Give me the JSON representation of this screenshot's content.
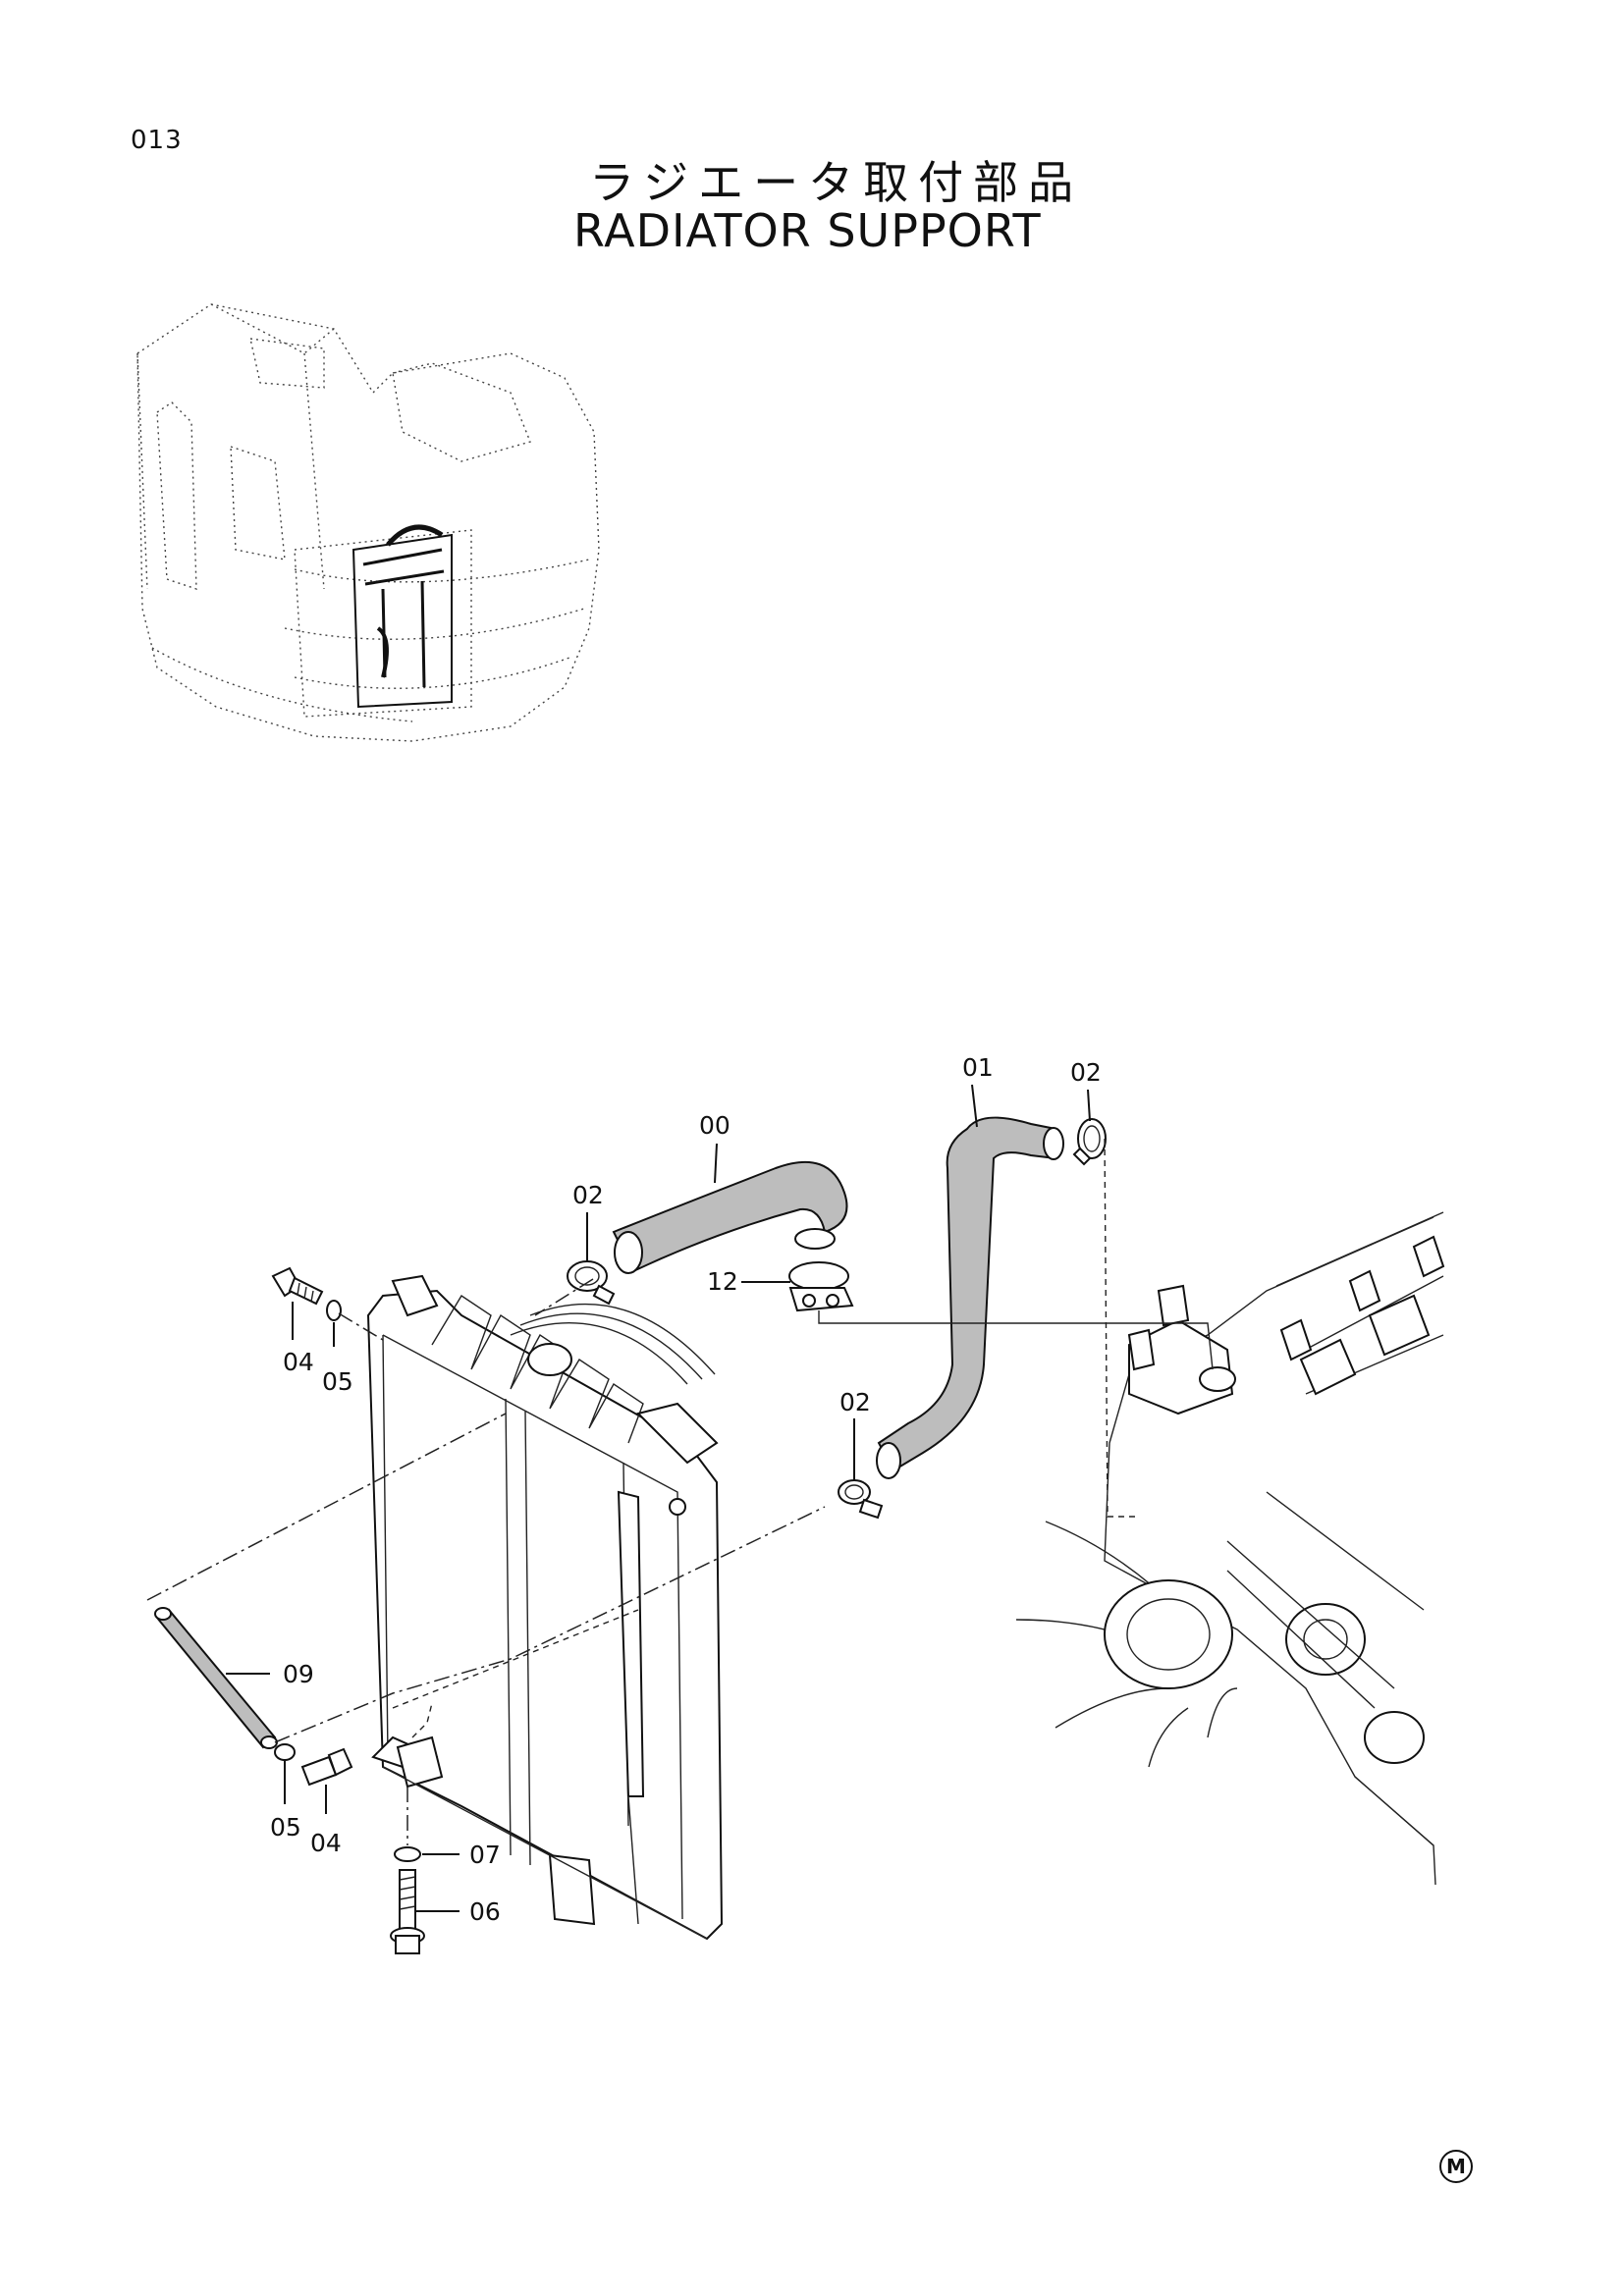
{
  "header": {
    "page_number": "013",
    "title_jp": "ラジエータ取付部品",
    "title_en": "RADIATOR  SUPPORT"
  },
  "callouts": [
    "00",
    "01",
    "02",
    "02",
    "02",
    "12",
    "04",
    "05",
    "05",
    "04",
    "09",
    "07",
    "06"
  ],
  "footer": {
    "mark": "M"
  }
}
